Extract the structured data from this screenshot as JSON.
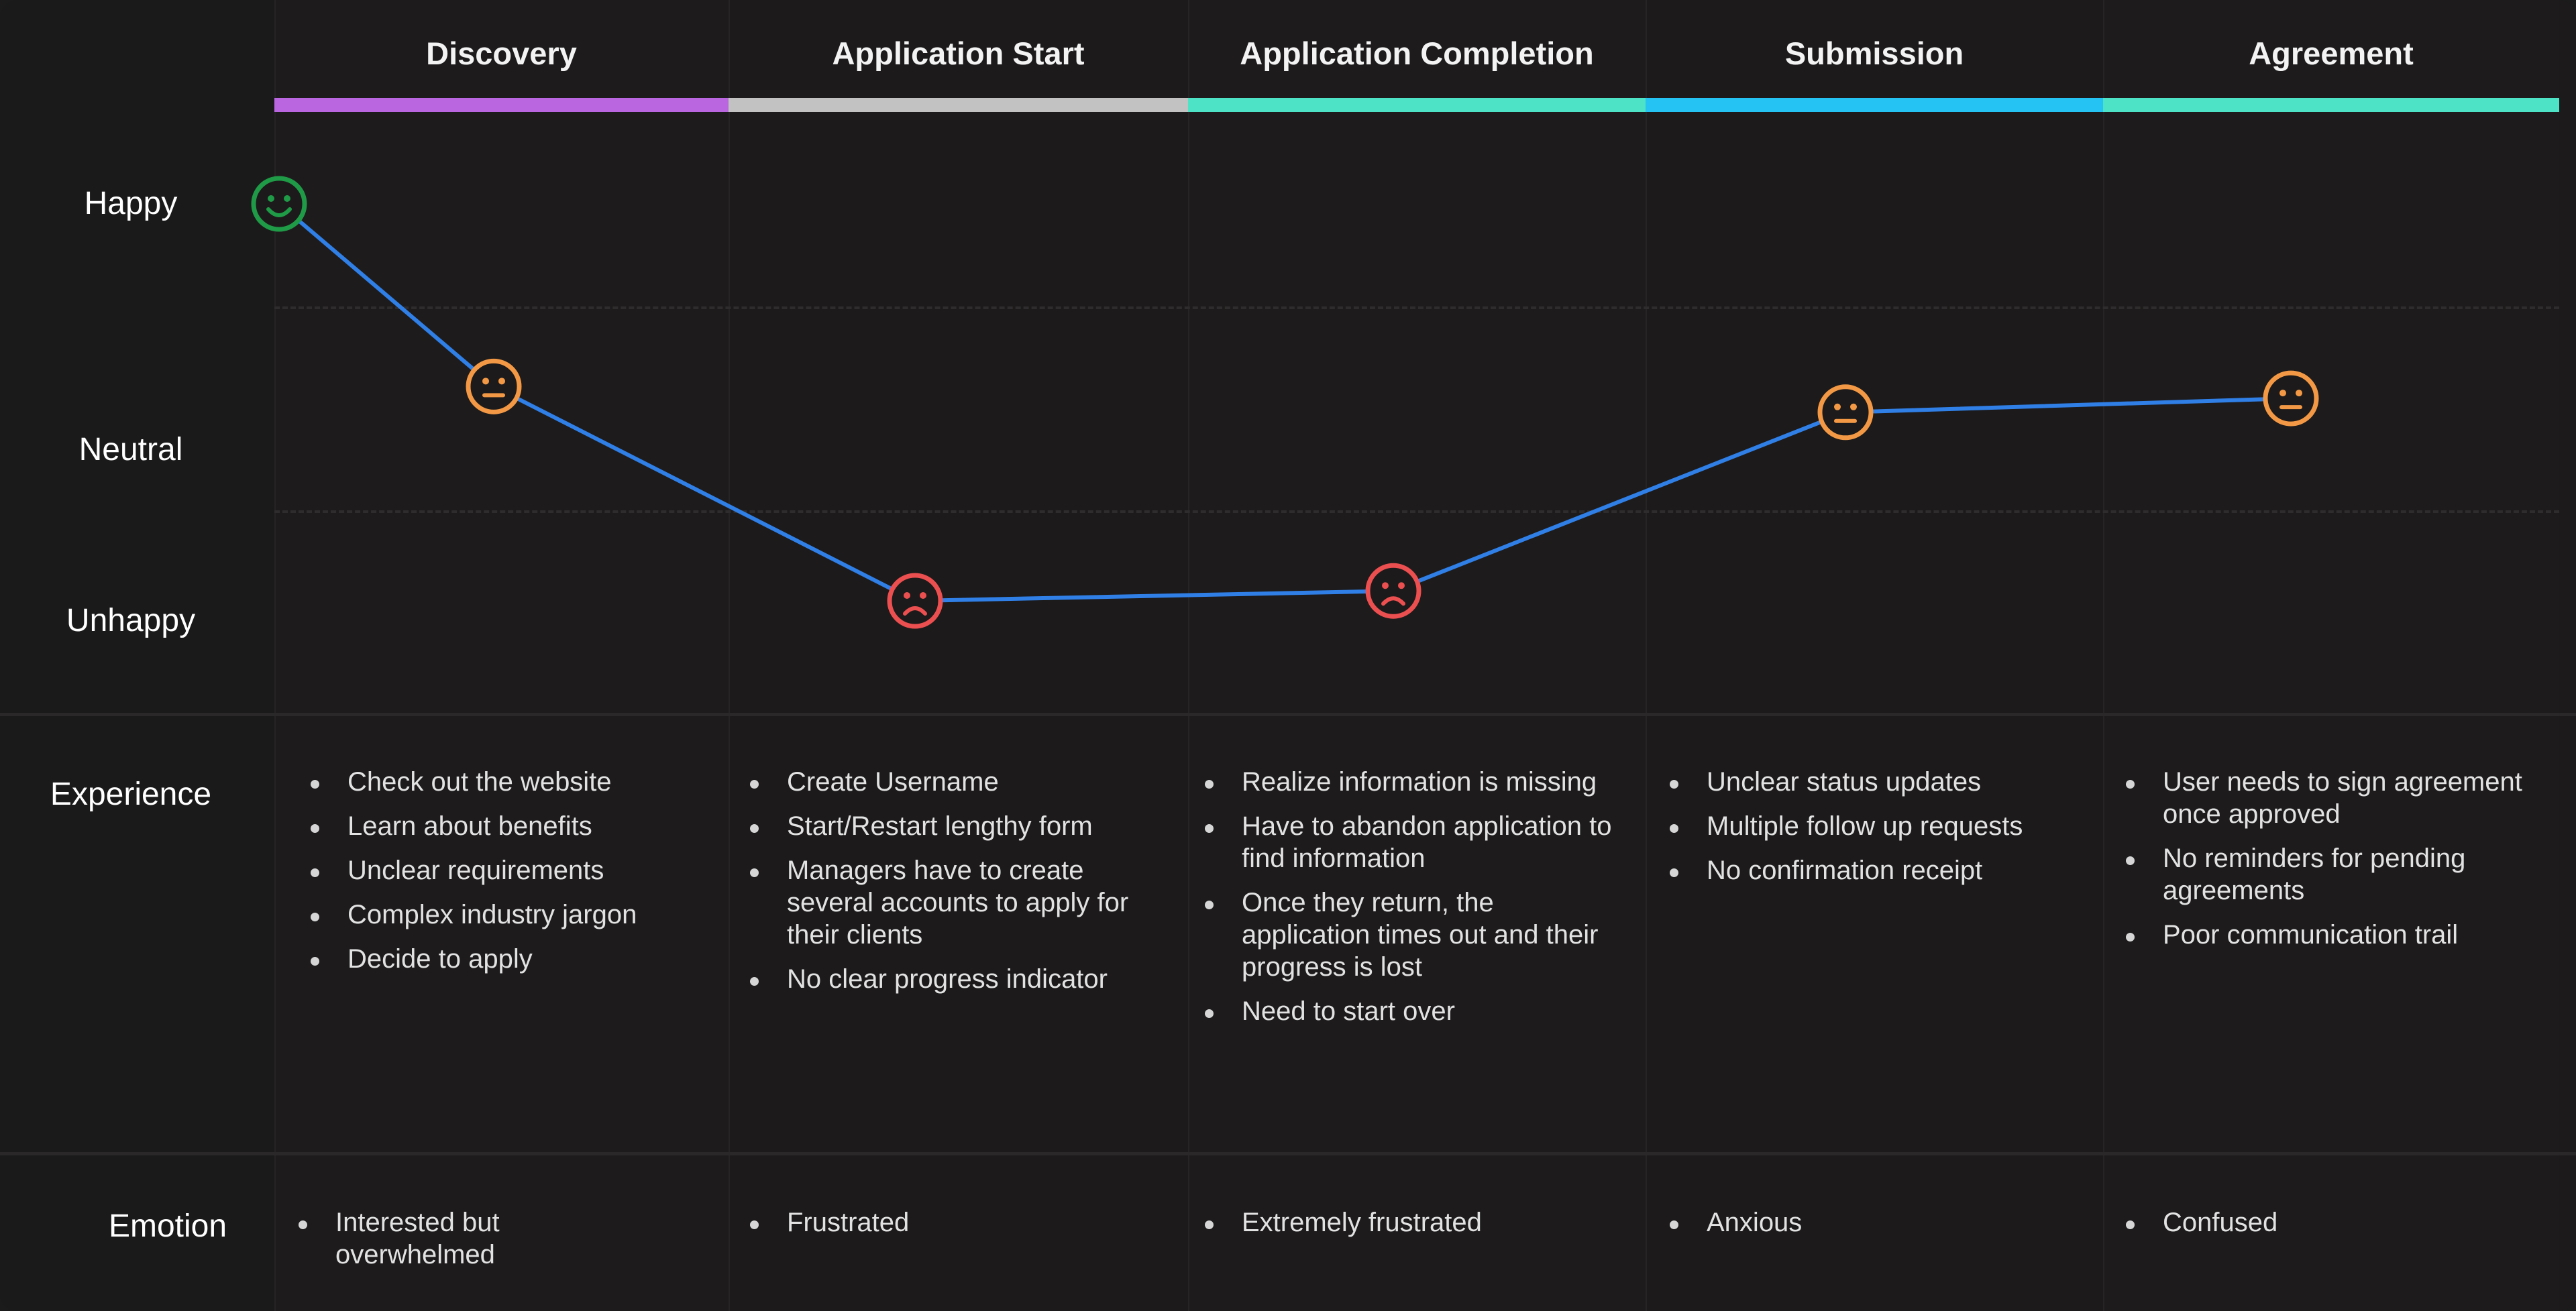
{
  "rows": {
    "happy": "Happy",
    "neutral": "Neutral",
    "unhappy": "Unhappy",
    "experience": "Experience",
    "emotion": "Emotion"
  },
  "stages": [
    {
      "name": "Discovery",
      "color": "#b966e0",
      "experience": [
        "Check out the website",
        "Learn about benefits",
        "Unclear requirements",
        "Complex industry jargon",
        "Decide to apply"
      ],
      "emotion": [
        "Interested but overwhelmed"
      ]
    },
    {
      "name": "Application Start",
      "color": "#c2c2c2",
      "experience": [
        "Create Username",
        "Start/Restart lengthy form",
        "Managers have to create several accounts to apply for their clients",
        "No clear progress indicator"
      ],
      "emotion": [
        "Frustrated"
      ]
    },
    {
      "name": "Application Completion",
      "color": "#4de3c6",
      "experience": [
        "Realize information is missing",
        "Have to abandon application to find information",
        "Once they return, the application times out and their progress is lost",
        "Need to start over"
      ],
      "emotion": [
        "Extremely frustrated"
      ]
    },
    {
      "name": "Submission",
      "color": "#25c2f4",
      "experience": [
        "Unclear status updates",
        "Multiple follow up requests",
        "No confirmation receipt"
      ],
      "emotion": [
        "Anxious"
      ]
    },
    {
      "name": "Agreement",
      "color": "#4de3c6",
      "experience": [
        "User needs to sign agreement once approved",
        "No reminders for pending agreements",
        "Poor communication trail"
      ],
      "emotion": [
        "Confused"
      ]
    }
  ],
  "chart_data": {
    "type": "line",
    "y_levels": [
      "Unhappy",
      "Neutral",
      "Happy"
    ],
    "points": [
      {
        "stage": "Discovery",
        "sentiment": "Happy",
        "level": 1.0
      },
      {
        "stage": "Discovery",
        "sentiment": "Neutral",
        "level": 0.08
      },
      {
        "stage": "Application Start",
        "sentiment": "Unhappy",
        "level": -1.0
      },
      {
        "stage": "Application Completion",
        "sentiment": "Unhappy",
        "level": -0.95
      },
      {
        "stage": "Submission",
        "sentiment": "Neutral",
        "level": -0.05
      },
      {
        "stage": "Agreement",
        "sentiment": "Neutral",
        "level": 0.02
      }
    ],
    "line_color": "#2f7fe6",
    "face_colors": {
      "Happy": "#1f9a47",
      "Neutral": "#f39945",
      "Unhappy": "#ec4f50"
    }
  }
}
